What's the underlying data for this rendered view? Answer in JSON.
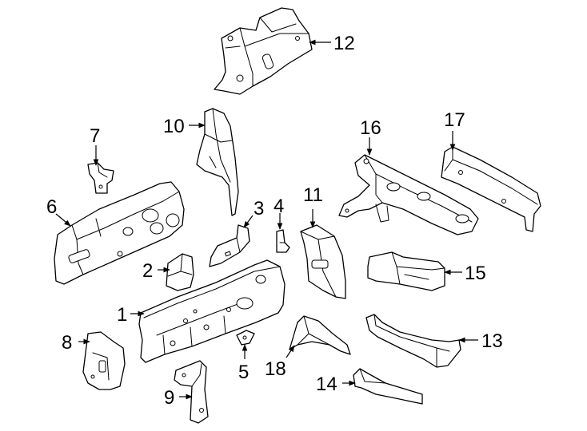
{
  "callouts": [
    {
      "id": "part-1",
      "label": "1"
    },
    {
      "id": "part-2",
      "label": "2"
    },
    {
      "id": "part-3",
      "label": "3"
    },
    {
      "id": "part-4",
      "label": "4"
    },
    {
      "id": "part-5",
      "label": "5"
    },
    {
      "id": "part-6",
      "label": "6"
    },
    {
      "id": "part-7",
      "label": "7"
    },
    {
      "id": "part-8",
      "label": "8"
    },
    {
      "id": "part-9",
      "label": "9"
    },
    {
      "id": "part-10",
      "label": "10"
    },
    {
      "id": "part-11",
      "label": "11"
    },
    {
      "id": "part-12",
      "label": "12"
    },
    {
      "id": "part-13",
      "label": "13"
    },
    {
      "id": "part-14",
      "label": "14"
    },
    {
      "id": "part-15",
      "label": "15"
    },
    {
      "id": "part-16",
      "label": "16"
    },
    {
      "id": "part-17",
      "label": "17"
    },
    {
      "id": "part-18",
      "label": "18"
    }
  ]
}
